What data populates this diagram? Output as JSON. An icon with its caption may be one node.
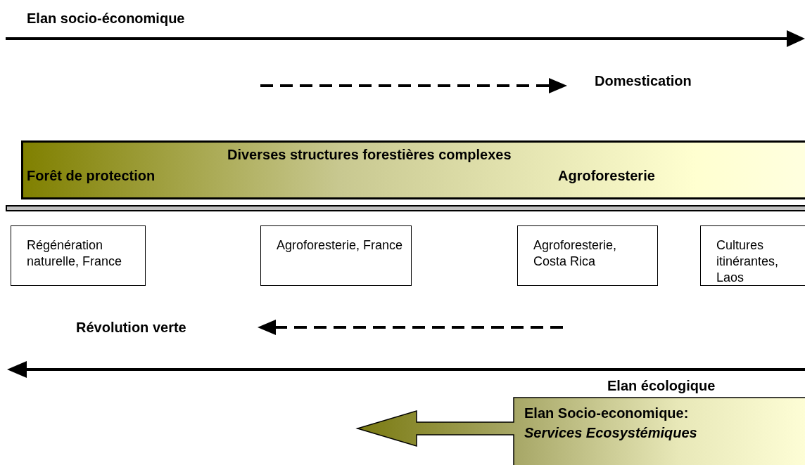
{
  "diagram": {
    "nodes": [
      {
        "text": [
          "Diverses structures forestières complexes",
          "Forêt de protection",
          "Agroforesterie"
        ]
      },
      {
        "text": [
          "Régénération naturelle, France"
        ]
      },
      {
        "text": [
          "Agroforesterie, France"
        ]
      },
      {
        "text": [
          "Agroforesterie, Costa Rica"
        ]
      },
      {
        "text": [
          "Cultures itinérantes, Laos"
        ]
      },
      {
        "text": [
          "Elan Socio-economique:",
          "Services Ecosystémiques"
        ]
      }
    ],
    "labels": [
      "Elan socio-économique",
      "Domestication",
      "Révolution verte",
      "Elan écologique"
    ]
  }
}
